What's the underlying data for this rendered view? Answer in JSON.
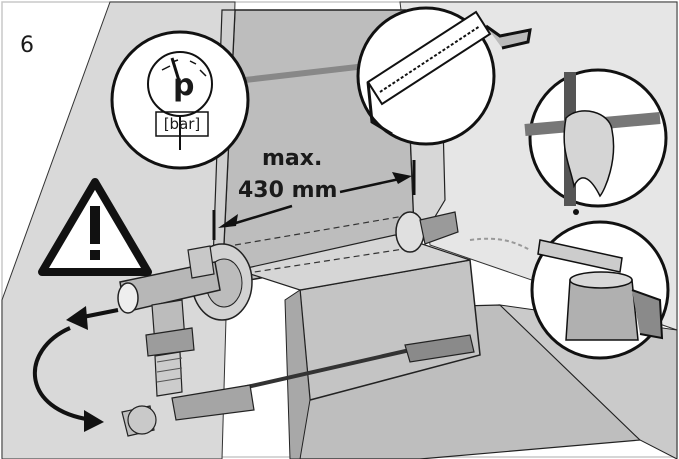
{
  "step": {
    "number": "6"
  },
  "gauge": {
    "symbol": "p",
    "unit": "[bar]"
  },
  "dimension": {
    "label": "max.",
    "value": "430 mm"
  },
  "icons": {
    "warning": "warning-triangle-icon",
    "gauge": "pressure-gauge-icon",
    "saw": "hacksaw-icon",
    "cloth": "cloth-icon",
    "oiler": "oil-can-icon"
  }
}
